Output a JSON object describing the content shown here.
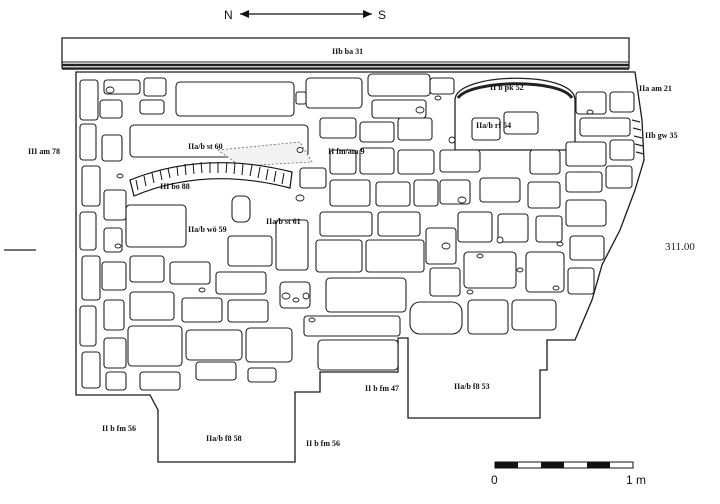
{
  "orientation": {
    "north": "N",
    "south": "S"
  },
  "labels": {
    "ba31": "IIb ba 31",
    "am21": "IIa am 21",
    "pk52": "II b pk 52",
    "rf54": "IIa/b rf 54",
    "gw35": "IIb gw 35",
    "am78": "III am 78",
    "st60": "IIa/b st 60",
    "fmam9": "II fm/am 9",
    "bo88": "III bo 88",
    "wo59": "IIa/b wö 59",
    "st61": "IIa/b st 61",
    "fm47": "II b fm 47",
    "f853": "IIa/b f8 53",
    "fm56_left": "II b fm 56",
    "f858": "IIa/b f8 58",
    "fm56_right": "II b fm 56"
  },
  "elevation": "311.00",
  "scale": {
    "zero": "0",
    "max": "1 m"
  }
}
